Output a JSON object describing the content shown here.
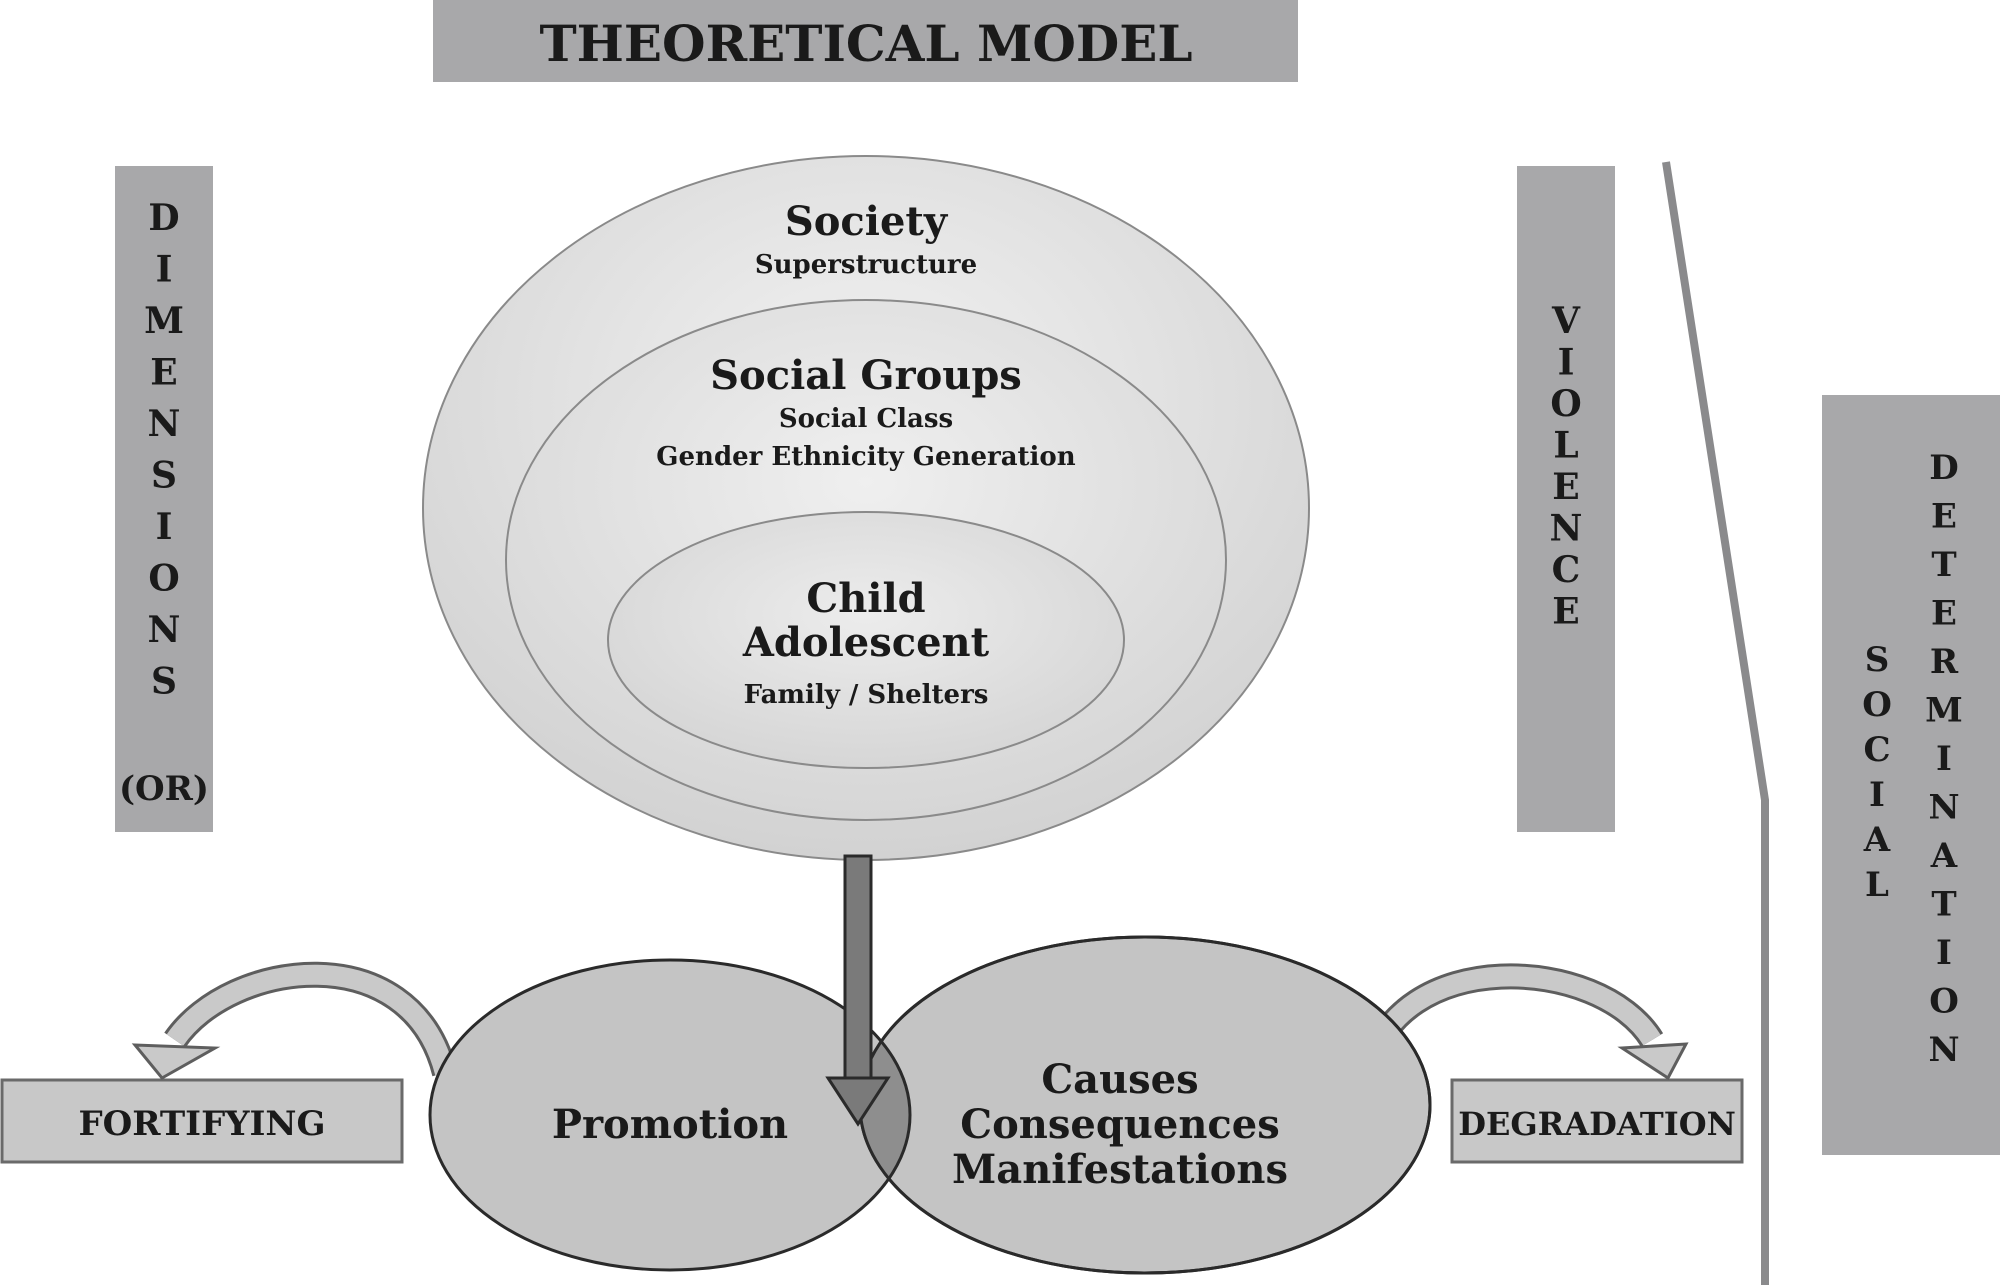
{
  "title": "THEORETICAL MODEL",
  "left_bar": {
    "letters": [
      "D",
      "I",
      "M",
      "E",
      "N",
      "S",
      "I",
      "O",
      "N",
      "S"
    ],
    "note": "(OR)"
  },
  "violence_bar": {
    "letters": [
      "V",
      "I",
      "O",
      "L",
      "E",
      "N",
      "C",
      "E"
    ]
  },
  "social_determination": {
    "col1": [
      "S",
      "O",
      "C",
      "I",
      "A",
      "L"
    ],
    "col2": [
      "D",
      "E",
      "T",
      "E",
      "R",
      "M",
      "I",
      "N",
      "A",
      "T",
      "I",
      "O",
      "N"
    ]
  },
  "ellipses": {
    "society": {
      "heading": "Society",
      "sub": "Superstructure"
    },
    "groups": {
      "heading": "Social Groups",
      "sub1": "Social Class",
      "sub2": "Gender Ethnicity Generation"
    },
    "child": {
      "line1": "Child",
      "line2": "Adolescent",
      "sub": "Family / Shelters"
    }
  },
  "bottom": {
    "promotion": "Promotion",
    "causes": [
      "Causes",
      "Consequences",
      "Manifestations"
    ],
    "fortifying": "FORTIFYING",
    "degradation": "DEGRADATION"
  },
  "colors": {
    "bar": "#a8a8aa",
    "ellipse_outer": "#d9d9d9",
    "ellipse_inner": "#e4e4e4",
    "bottom_ellipse": "#c4c4c4",
    "overlap": "#8e8e8e",
    "arrow": "#7a7a7a"
  }
}
